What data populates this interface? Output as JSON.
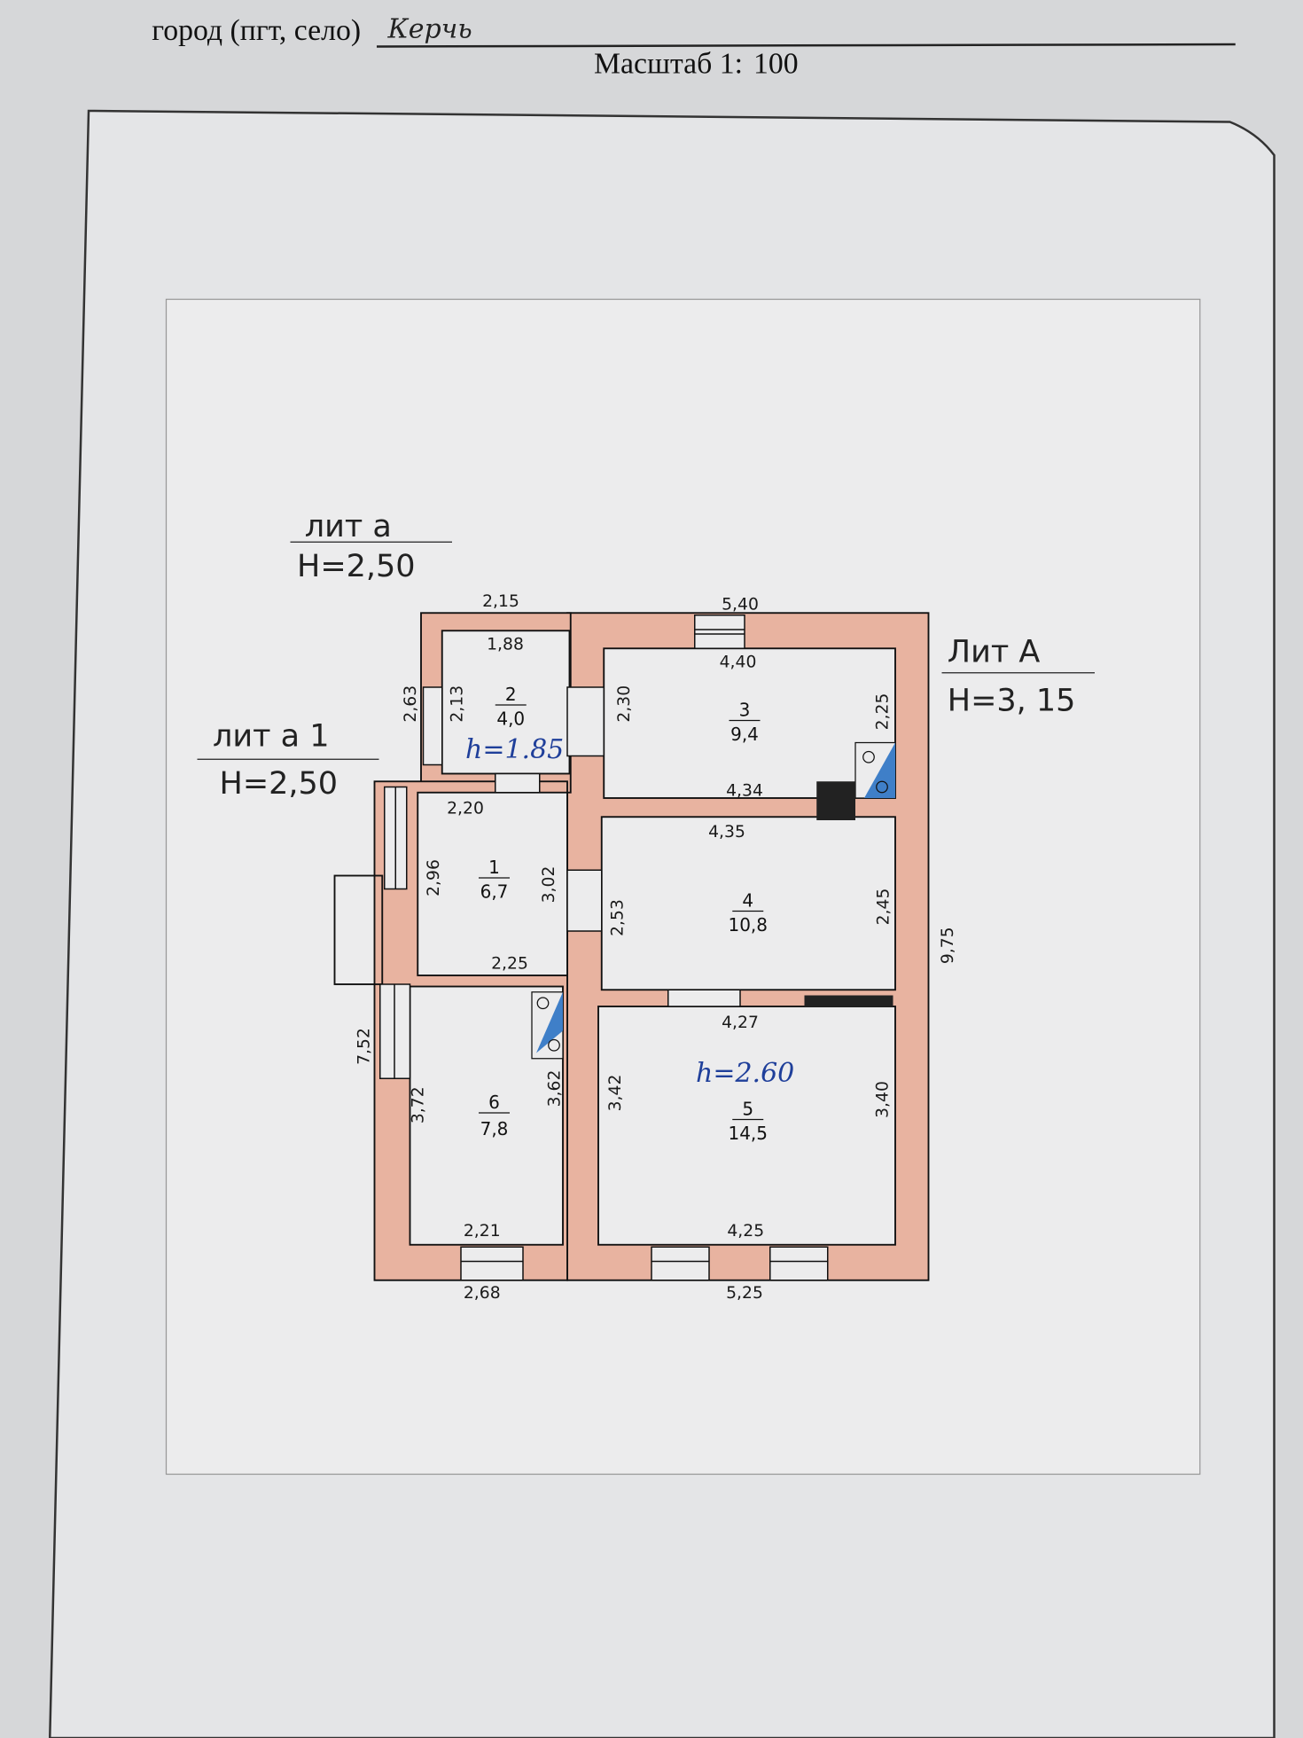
{
  "header": {
    "city_label": "город (пгт, село)",
    "city_value": "Керчь",
    "scale_label": "Масштаб 1:",
    "scale_value": "100"
  },
  "literals": {
    "lit_a": {
      "name": "лит  а",
      "height": "Н=2,50"
    },
    "lit_a1": {
      "name": "лит  а 1",
      "height": "Н=2,50"
    },
    "lit_A": {
      "name": "Лит  А",
      "height": "Н=3, 15"
    }
  },
  "rooms": [
    {
      "number": "1",
      "area": "6,7"
    },
    {
      "number": "2",
      "area": "4,0"
    },
    {
      "number": "3",
      "area": "9,4"
    },
    {
      "number": "4",
      "area": "10,8"
    },
    {
      "number": "5",
      "area": "14,5"
    },
    {
      "number": "6",
      "area": "7,8"
    }
  ],
  "ceiling_heights": [
    "h=1.85",
    "h=2.60"
  ],
  "dimensions": [
    "2,15",
    "5,40",
    "1,88",
    "4,40",
    "2,63",
    "2,13",
    "2,30",
    "2,25",
    "4,34",
    "2,20",
    "4,35",
    "2,96",
    "3,02",
    "2,53",
    "2,45",
    "9,75",
    "2,25",
    "4,27",
    "7,52",
    "3,72",
    "3,62",
    "3,42",
    "3,40",
    "2,21",
    "4,25",
    "2,68",
    "5,25"
  ],
  "colors": {
    "wall_fill": "#e8a890",
    "stove_blue": "#3f7fc8",
    "paper": "#ececed"
  }
}
